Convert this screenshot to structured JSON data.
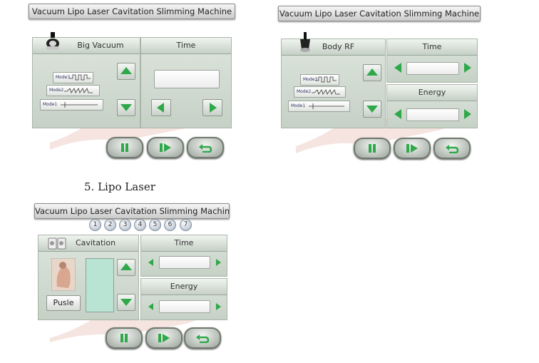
{
  "machine_title": "Vacuum Lipo Laser Cavitation Slimming Machine",
  "screen1": {
    "mode_name": "Big Vacuum",
    "time_label": "Time",
    "modes": [
      "Mode1",
      "Mode2",
      "Mode3"
    ],
    "time_value": ""
  },
  "screen2": {
    "mode_name": "Body RF",
    "time_label": "Time",
    "energy_label": "Energy",
    "modes": [
      "Mode1",
      "Mode2",
      "Mode3"
    ],
    "time_value": "",
    "energy_value": ""
  },
  "section_caption": "5. Lipo Laser",
  "screen3": {
    "mode_name": "Cavitation",
    "time_label": "Time",
    "energy_label": "Energy",
    "pages": [
      "1",
      "2",
      "3",
      "4",
      "5",
      "6",
      "7"
    ],
    "pusle_label": "Pusle",
    "time_value": "",
    "energy_value": ""
  },
  "controls": {
    "pause_icon": "pause-icon",
    "play_icon": "play-icon",
    "return_icon": "return-icon"
  },
  "colors": {
    "accent_green": "#2fa84a",
    "panel_bg": "#d3dcd3",
    "level_bar": "#b9e3d2"
  }
}
